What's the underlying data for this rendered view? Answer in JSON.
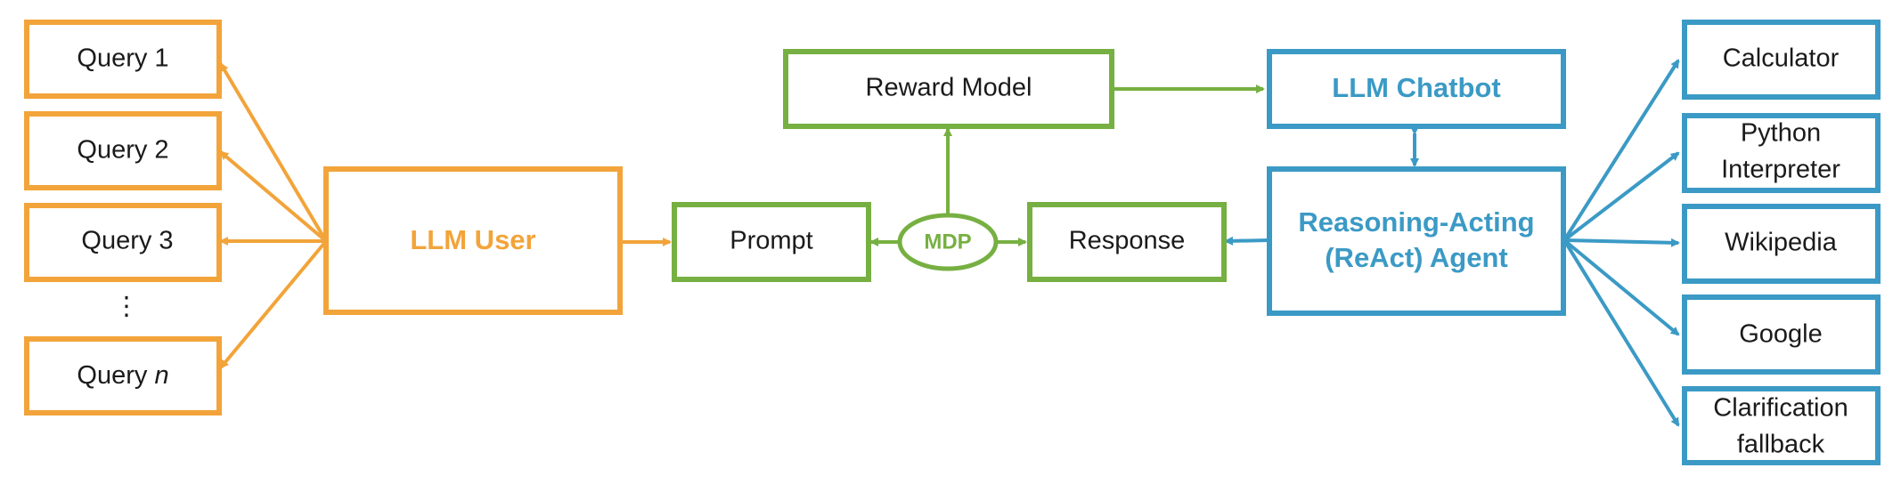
{
  "colors": {
    "user": "#f2a43a",
    "mdp": "#77b042",
    "agent": "#3b9ac5"
  },
  "queries": {
    "q1": "Query 1",
    "q2": "Query 2",
    "q3": "Query 3",
    "ellipsis": "⋮",
    "qn_prefix": "Query ",
    "qn_var": "n"
  },
  "user": {
    "label": "LLM User"
  },
  "mdp": {
    "prompt": "Prompt",
    "mdp": "MDP",
    "response": "Response",
    "reward_model": "Reward Model"
  },
  "agent": {
    "chatbot": "LLM Chatbot",
    "react_line1": "Reasoning-Acting",
    "react_line2": "(ReAct) Agent"
  },
  "tools": {
    "calculator": "Calculator",
    "python_line1": "Python",
    "python_line2": "Interpreter",
    "wikipedia": "Wikipedia",
    "google": "Google",
    "clar_line1": "Clarification",
    "clar_line2": "fallback"
  }
}
